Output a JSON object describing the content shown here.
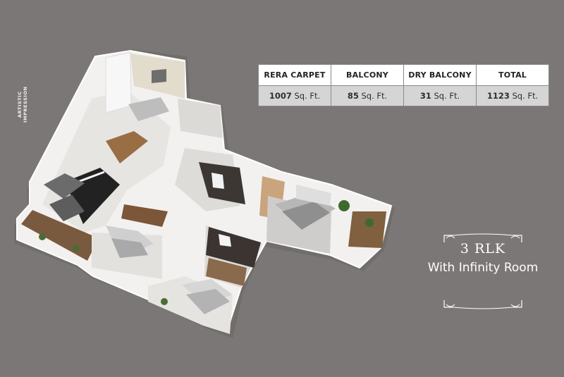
{
  "side_label": "ARTISTIC IMPRESSION",
  "area_table": {
    "columns": [
      {
        "header": "RERA CARPET",
        "value": "1007",
        "unit": "Sq. Ft."
      },
      {
        "header": "BALCONY",
        "value": "85",
        "unit": "Sq. Ft."
      },
      {
        "header": "DRY BALCONY",
        "value": "31",
        "unit": "Sq. Ft."
      },
      {
        "header": "TOTAL",
        "value": "1123",
        "unit": "Sq. Ft."
      }
    ]
  },
  "badge": {
    "line1": "3 RLK",
    "line2": "With Infinity Room"
  },
  "colors": {
    "background": "#7b7776",
    "wall": "#f4f4f4",
    "wood": "#7a5436",
    "floor_grey": "#8d8b89"
  },
  "icons": [
    "floor-plan-illustration",
    "ornamental-frame-icon"
  ]
}
